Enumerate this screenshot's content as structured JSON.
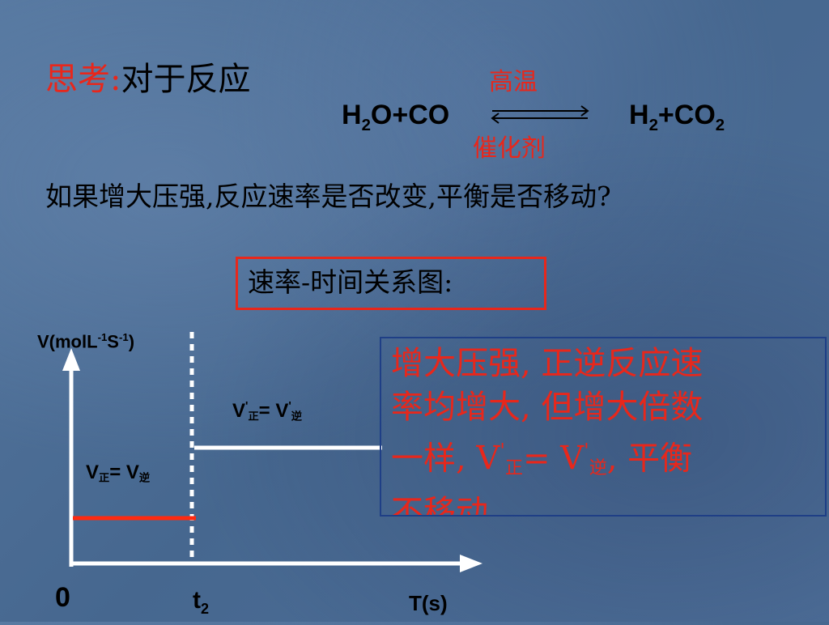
{
  "title": {
    "label": "思考:",
    "text": "对于反应"
  },
  "reaction": {
    "left": {
      "a": "H",
      "a_sub": "2",
      "b": "O+CO"
    },
    "condition_top": "高温",
    "condition_bottom": "催化剂",
    "right": {
      "a": "H",
      "a_sub": "2",
      "b": "+CO",
      "b_sub": "2"
    }
  },
  "question": "如果增大压强,反应速率是否改变,平衡是否移动?",
  "section_label": "速率-时间关系图:",
  "graph": {
    "y_label": {
      "a": "V(molL",
      "sup1": "-1",
      "b": "S",
      "sup2": "-1",
      "c": ")"
    },
    "x_label": "T(s)",
    "origin": "0",
    "t_label": {
      "a": "t",
      "sub": "2"
    },
    "before_label": {
      "v1": "V",
      "s1": "正",
      "eq": "= V",
      "s2": "逆"
    },
    "after_label": {
      "v1": "V",
      "p1": "'",
      "s1": "正",
      "eq": "= V",
      "p2": "'",
      "s2": "逆"
    },
    "colors": {
      "before_line": "#ff2a10",
      "after_line": "#ffffff",
      "axis": "#ffffff"
    }
  },
  "conclusion": {
    "line1": "增大压强, 正逆反应速",
    "line2": "率均增大,  但增大倍数",
    "line3": {
      "a": "一样,  V",
      "p1": "'",
      "s1": "正",
      "eq": "= V",
      "p2": "'",
      "s2": "逆",
      "b": ",  平衡"
    },
    "line4": "不移动。"
  }
}
